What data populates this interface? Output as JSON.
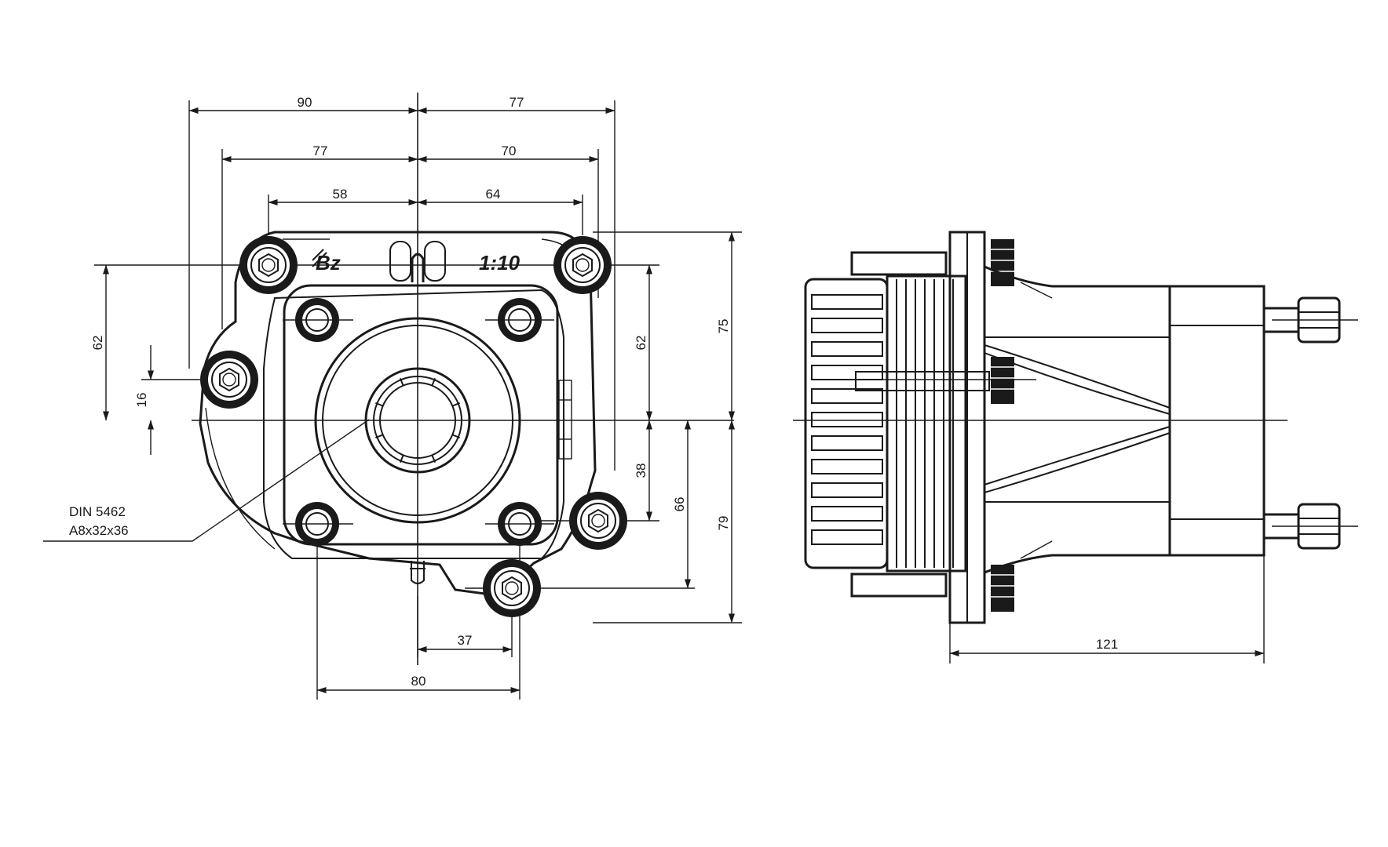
{
  "dimensions": {
    "front_top_outer_left": "90",
    "front_top_outer_right": "77",
    "front_top_mid_left": "77",
    "front_top_mid_right": "70",
    "front_top_inner_left": "58",
    "front_top_inner_right": "64",
    "front_left_62": "62",
    "front_left_16": "16",
    "front_right_62": "62",
    "front_right_38": "38",
    "front_right_75": "75",
    "front_right_66": "66",
    "front_right_79": "79",
    "front_bottom_37": "37",
    "front_bottom_80": "80",
    "side_bottom_121": "121"
  },
  "labels": {
    "spline_line1": "DIN 5462",
    "spline_line2": "A8x32x36"
  },
  "stamps": {
    "logo": "Bz",
    "ratio": "1:10"
  },
  "colors": {
    "line": "#1a1a1a",
    "background": "#ffffff"
  }
}
